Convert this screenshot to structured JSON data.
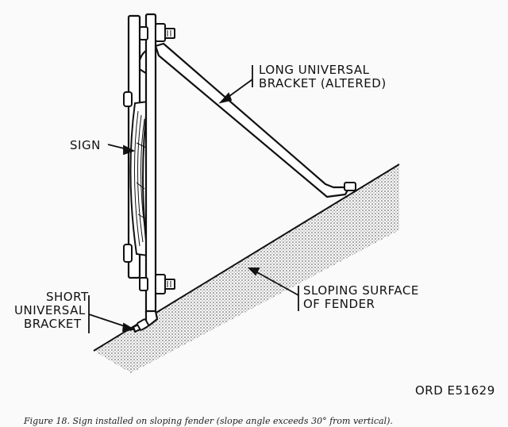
{
  "labels": {
    "long_bracket_line1": "LONG UNIVERSAL",
    "long_bracket_line2": "BRACKET (ALTERED)",
    "sign": "SIGN",
    "short_bracket_line1": "SHORT",
    "short_bracket_line2": "UNIVERSAL",
    "short_bracket_line3": "BRACKET",
    "surface_line1": "SLOPING SURFACE",
    "surface_line2": "OF FENDER",
    "ord_number": "ORD E51629"
  },
  "caption": "Figure 18. Sign installed on sloping fender (slope angle exceeds 30° from vertical).",
  "colors": {
    "ink": "#111111",
    "paper": "#fafafa",
    "hatch": "#555555"
  }
}
